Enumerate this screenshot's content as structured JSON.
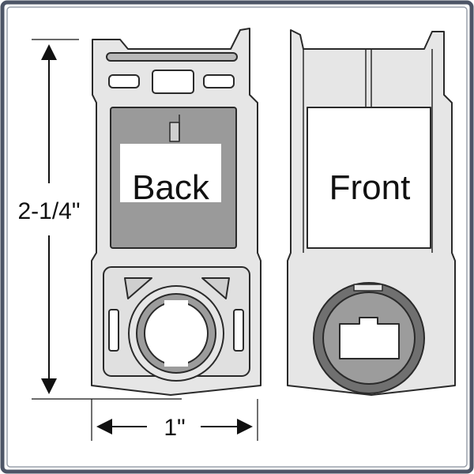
{
  "diagram": {
    "dimensions": {
      "height_label": "2-1/4\"",
      "width_label": "1\""
    },
    "views": {
      "back_label": "Back",
      "front_label": "Front"
    },
    "colors": {
      "frame": "#4d5566",
      "body_fill": "#e6e6e6",
      "body_stroke": "#2a2a2a",
      "window_fill": "#9a9a9a",
      "label_panel": "#ffffff",
      "ring_dark": "#707070",
      "ring_mid": "#9c9c9c"
    }
  }
}
